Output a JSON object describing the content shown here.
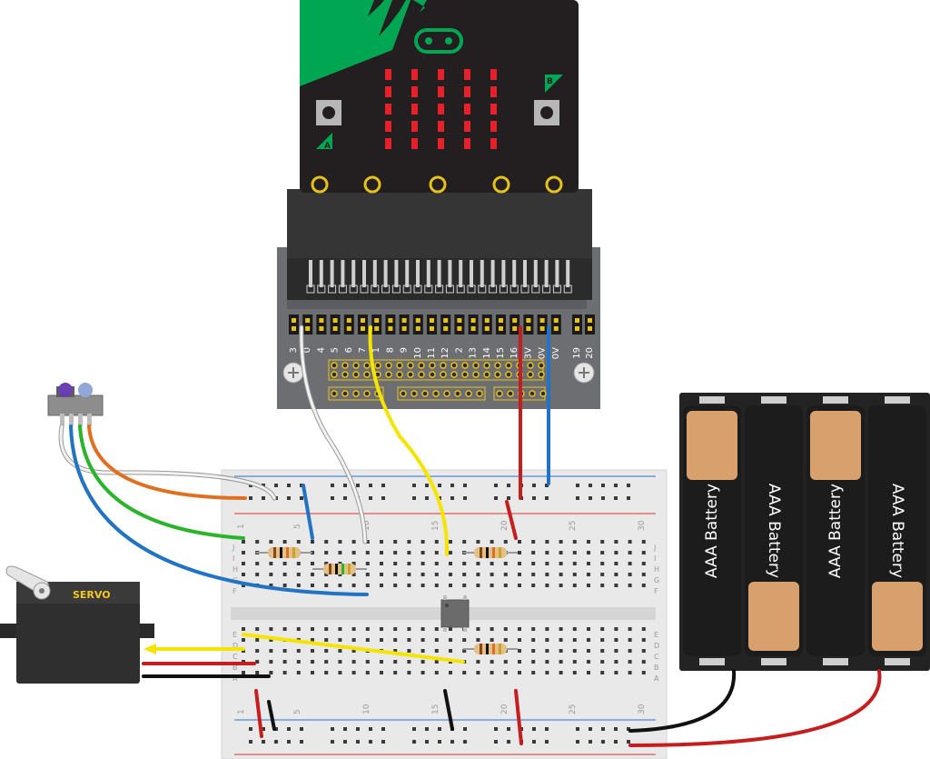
{
  "microbit": {
    "button_a_label": "A",
    "button_b_label": "B",
    "pin_labels": [
      "3",
      "0",
      "4",
      "5",
      "6",
      "7",
      "1",
      "8",
      "9",
      "10",
      "11",
      "12",
      "2",
      "13",
      "14",
      "15",
      "16",
      "3V",
      "0V",
      "0V",
      "19",
      "20"
    ]
  },
  "breadboard": {
    "column_numbers": [
      "1",
      "5",
      "10",
      "15",
      "20",
      "25",
      "30"
    ],
    "row_letters_top": [
      "J",
      "I",
      "H",
      "G",
      "F"
    ],
    "row_letters_bottom": [
      "E",
      "D",
      "C",
      "B",
      "A"
    ]
  },
  "servo": {
    "label": "SERVO"
  },
  "battery_pack": {
    "cell_label": "AAA Battery",
    "cell_count": 4
  },
  "colors": {
    "microbit_body": "#231f20",
    "microbit_accent": "#00a651",
    "led_red": "#e8202a",
    "wire_red": "#c41e1e",
    "wire_blue": "#2273c3",
    "wire_yellow": "#f5e400",
    "wire_white": "#f2f2f2",
    "wire_green": "#2bb32b",
    "wire_orange": "#e07020",
    "wire_black": "#111111",
    "battery_copper": "#d8a06c"
  }
}
